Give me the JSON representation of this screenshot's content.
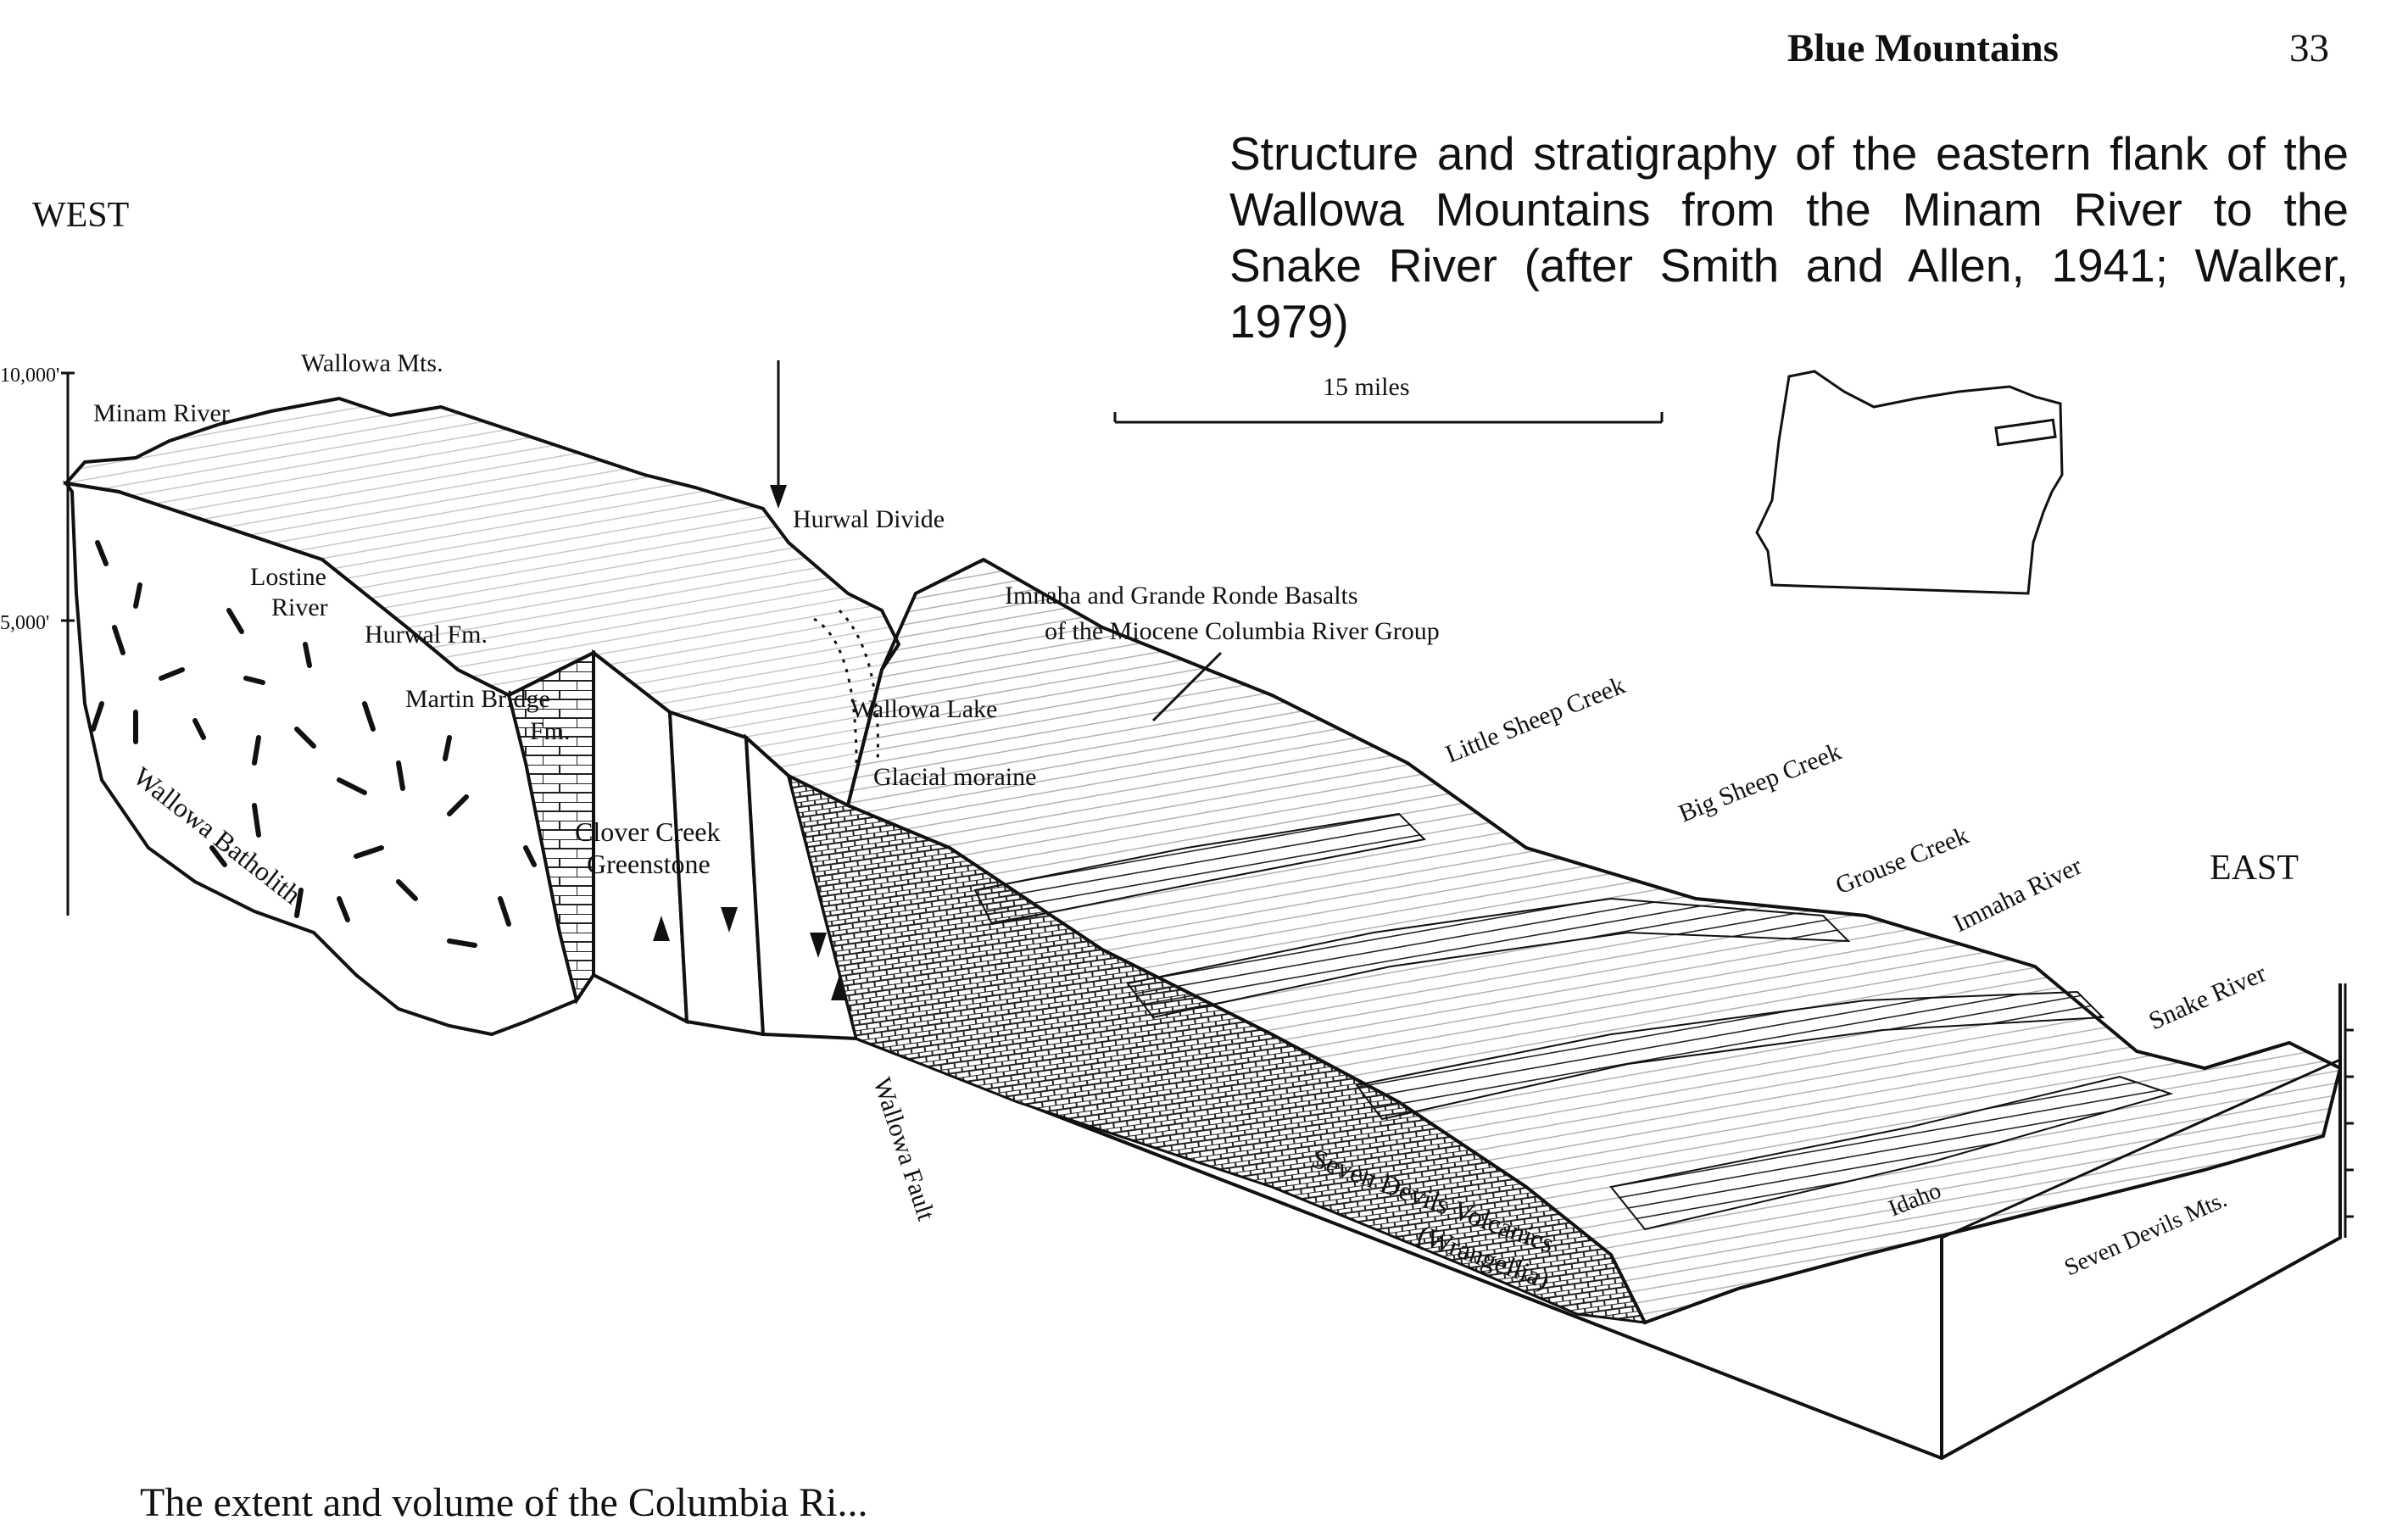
{
  "header": {
    "title": "Blue Mountains",
    "page_number": "33"
  },
  "caption": "Structure and stratigraphy of the eastern flank of the Wallowa Mountains from the Minam River to the Snake River (after Smith and Allen, 1941; Walker, 1979)",
  "orientation": {
    "west": "WEST",
    "east": "EAST"
  },
  "scale_bar": {
    "label": "15 miles"
  },
  "elevation_ticks": [
    "10,000'",
    "5,000'"
  ],
  "labels": {
    "wallowa_mts": "Wallowa Mts.",
    "minam_river": "Minam River",
    "hurwal_divide": "Hurwal Divide",
    "imnaha_line1": "Imnaha and Grande Ronde Basalts",
    "imnaha_line2": "of the Miocene Columbia River Group",
    "lostine_line1": "Lostine",
    "lostine_line2": "River",
    "hurwal_fm": "Hurwal Fm.",
    "martin_line1": "Martin Bridge",
    "martin_line2": "Fm.",
    "wallowa_lake": "Wallowa Lake",
    "glacial_moraine": "Glacial moraine",
    "little_sheep_creek": "Little Sheep Creek",
    "big_sheep_creek": "Big Sheep Creek",
    "grouse_creek": "Grouse Creek",
    "imnaha_river": "Imnaha River",
    "snake_river": "Snake River",
    "wallowa_batholith": "Wallowa Batholith",
    "clover_line1": "Clover Creek",
    "clover_line2": "Greenstone",
    "wallowa_fault": "Wallowa Fault",
    "seven_devils_line1": "Seven Devils Volcanics",
    "seven_devils_line2": "(Wrangellia)",
    "idaho": "Idaho",
    "seven_devils_mts": "Seven Devils Mts."
  },
  "bottom_text": "The extent and volume of the Columbia Ri..."
}
